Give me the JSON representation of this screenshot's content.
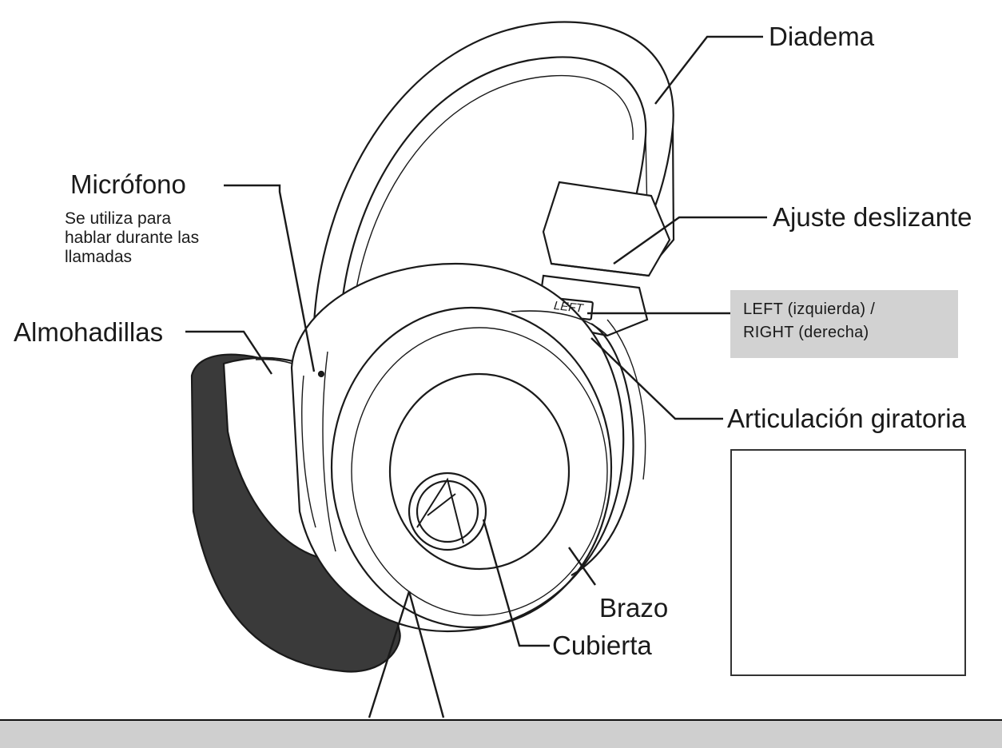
{
  "labels": {
    "diadema": "Diadema",
    "microfono": "Micrófono",
    "microfono_desc": [
      "Se utiliza para",
      "hablar durante las",
      "llamadas"
    ],
    "ajuste": "Ajuste deslizante",
    "almohadillas": "Almohadillas",
    "left_right": [
      "LEFT (izquierda) /",
      "RIGHT (derecha)"
    ],
    "articulacion": "Articulación giratoria",
    "brazo": "Brazo",
    "cubierta": "Cubierta"
  },
  "headphone_marking": "LEFT",
  "colors": {
    "line": "#1a1a1a",
    "label_box": "#d2d2d2",
    "cushion": "#3a3a3a",
    "bottom_band": "#cfcfcf"
  }
}
